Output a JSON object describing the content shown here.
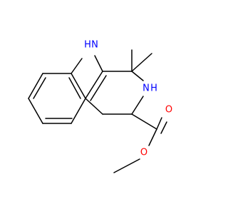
{
  "atoms": {
    "indole_nh": {
      "label": "NH",
      "h_label": "H",
      "n_label": "N",
      "color": "#0000ff"
    },
    "amine_nh": {
      "label": "NH",
      "h_label": "H",
      "n_label": "N",
      "color": "#0000ff"
    },
    "carbonyl_o": {
      "label": "O",
      "color": "#ff0000"
    },
    "ester_o": {
      "label": "O",
      "color": "#ff0000"
    }
  },
  "colors": {
    "bond": "#000000",
    "nitrogen": "#0000ff",
    "oxygen": "#ff0000",
    "background": "#ffffff"
  }
}
